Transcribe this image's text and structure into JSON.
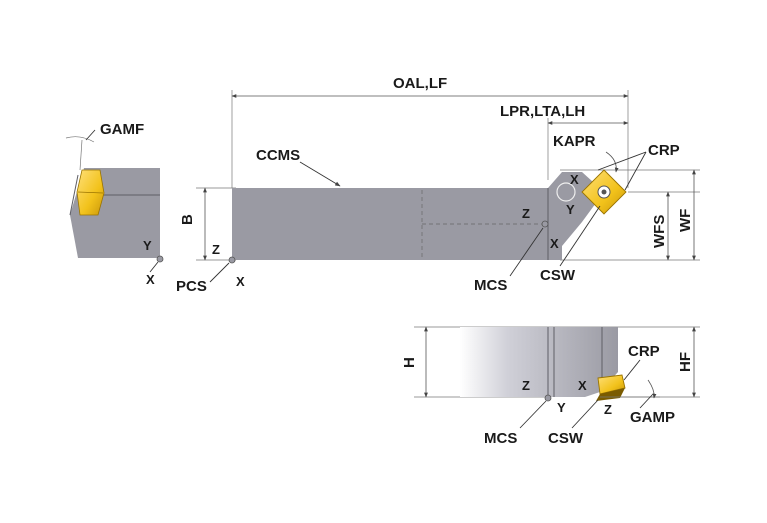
{
  "labels": {
    "oal_lf": "OAL,LF",
    "lpr_lta_lh": "LPR,LTA,LH",
    "kapr": "KAPR",
    "crp_top": "CRP",
    "ccms": "CCMS",
    "gamf": "GAMF",
    "b": "B",
    "wfs": "WFS",
    "wf": "WF",
    "pcs": "PCS",
    "mcs_top": "MCS",
    "csw_top": "CSW",
    "h": "H",
    "hf": "HF",
    "crp_bottom": "CRP",
    "mcs_bottom": "MCS",
    "csw_bottom": "CSW",
    "gamp": "GAMP"
  },
  "axes": {
    "end_view": {
      "y": "Y",
      "x": "X"
    },
    "pcs": {
      "z": "Z",
      "x": "X"
    },
    "mcs_top": {
      "z": "Z",
      "x": "X"
    },
    "csw_top": {
      "x": "X",
      "y": "Y"
    },
    "mcs_bottom": {
      "z": "Z"
    },
    "csw_bottom": {
      "x": "X",
      "y": "Y",
      "z": "Z"
    }
  },
  "colors": {
    "holder_body": "#9a9aa3",
    "insert": "#f2c21b",
    "dimension_line": "#555555"
  }
}
